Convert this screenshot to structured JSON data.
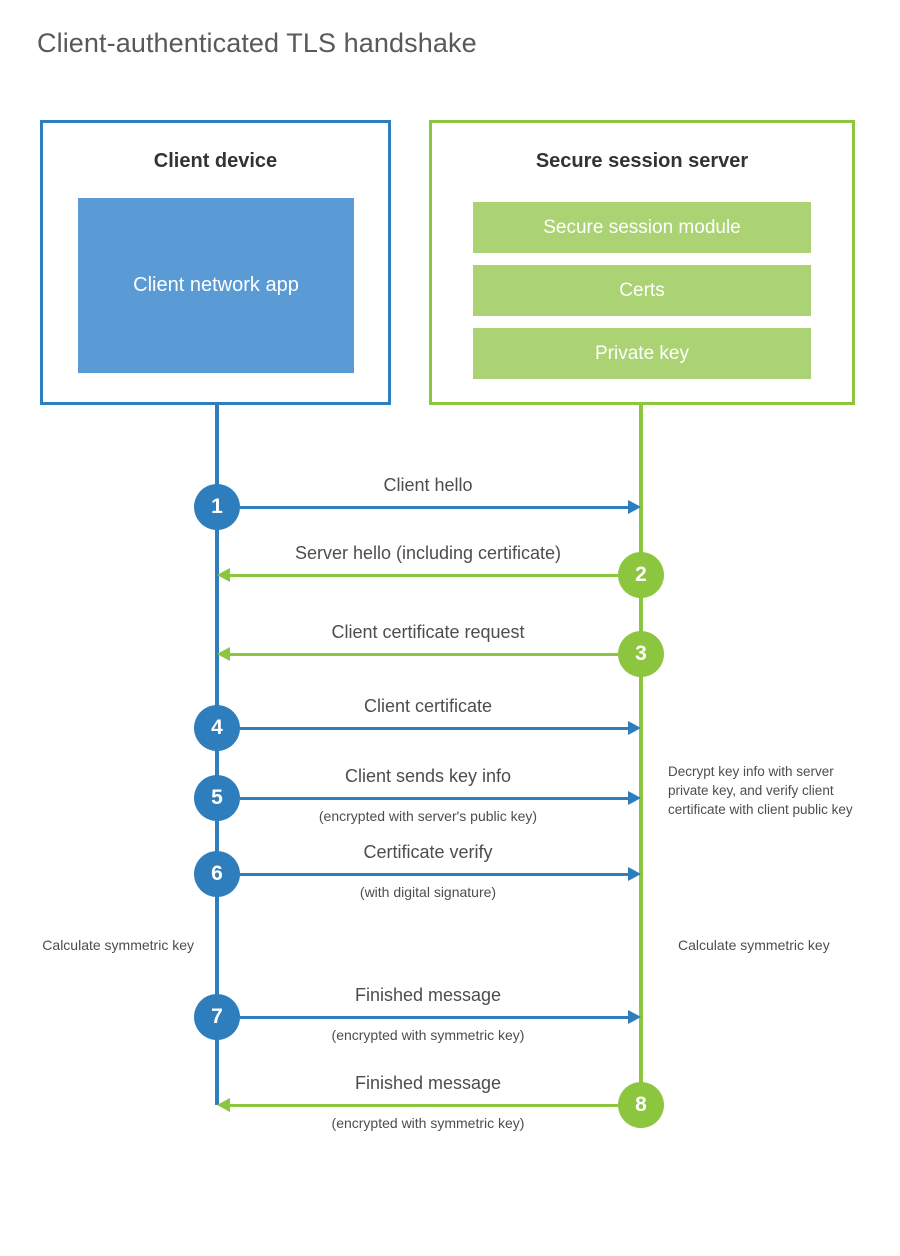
{
  "title": "Client-authenticated TLS handshake",
  "colors": {
    "client_border": "#2e7ebd",
    "client_fill": "#5b9bd5",
    "server_border": "#8cc63f",
    "server_fill": "#abd373",
    "text": "#4d4d4f",
    "title_text": "#58595b"
  },
  "client": {
    "title": "Client device",
    "app_label": "Client network app"
  },
  "server": {
    "title": "Secure session server",
    "components": [
      {
        "label": "Secure session module"
      },
      {
        "label": "Certs"
      },
      {
        "label": "Private key"
      }
    ]
  },
  "messages": [
    {
      "number": "1",
      "label": "Client hello",
      "sublabel": "",
      "direction": "client-to-server",
      "color": "blue"
    },
    {
      "number": "2",
      "label": "Server hello (including certificate)",
      "sublabel": "",
      "direction": "server-to-client",
      "color": "green"
    },
    {
      "number": "3",
      "label": "Client certificate request",
      "sublabel": "",
      "direction": "server-to-client",
      "color": "green"
    },
    {
      "number": "4",
      "label": "Client certificate",
      "sublabel": "",
      "direction": "client-to-server",
      "color": "blue"
    },
    {
      "number": "5",
      "label": "Client sends key info",
      "sublabel": "(encrypted with server's public key)",
      "direction": "client-to-server",
      "color": "blue"
    },
    {
      "number": "6",
      "label": "Certificate verify",
      "sublabel": "(with digital signature)",
      "direction": "client-to-server",
      "color": "blue"
    },
    {
      "number": "7",
      "label": "Finished message",
      "sublabel": "(encrypted with symmetric key)",
      "direction": "client-to-server",
      "color": "blue"
    },
    {
      "number": "8",
      "label": "Finished message",
      "sublabel": "(encrypted with symmetric key)",
      "direction": "server-to-client",
      "color": "green"
    }
  ],
  "notes": {
    "server_decrypt": "Decrypt key info with server private key, and verify client certificate with client public key",
    "client_calculate": "Calculate symmetric key",
    "server_calculate": "Calculate symmetric key"
  }
}
